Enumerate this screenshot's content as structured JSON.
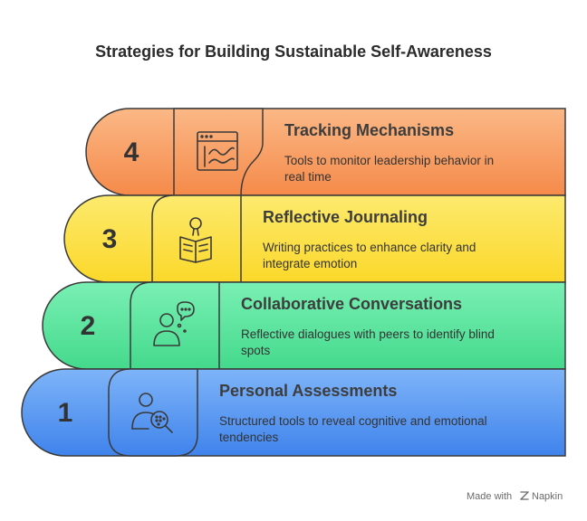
{
  "title": "Strategies for Building Sustainable Self-Awareness",
  "steps": [
    {
      "number": "4",
      "title": "Tracking Mechanisms",
      "description_lines": [
        "Tools to monitor leadership behavior in",
        "real time"
      ],
      "icon": "dashboard-chart-icon",
      "color": "#f8a36c"
    },
    {
      "number": "3",
      "title": "Reflective Journaling",
      "description_lines": [
        "Writing practices to enhance clarity and",
        "integrate emotion"
      ],
      "icon": "person-reading-book-icon",
      "color": "#fce24c"
    },
    {
      "number": "2",
      "title": "Collaborative Conversations",
      "description_lines": [
        "Reflective dialogues with peers to identify blind",
        "spots"
      ],
      "icon": "person-speech-bubble-icon",
      "color": "#66e5a3"
    },
    {
      "number": "1",
      "title": "Personal Assessments",
      "description_lines": [
        "Structured tools to reveal cognitive and emotional",
        "tendencies"
      ],
      "icon": "person-magnifier-icon",
      "color": "#5b9cf2"
    }
  ],
  "footer": {
    "made_with": "Made with",
    "brand": "Napkin"
  }
}
